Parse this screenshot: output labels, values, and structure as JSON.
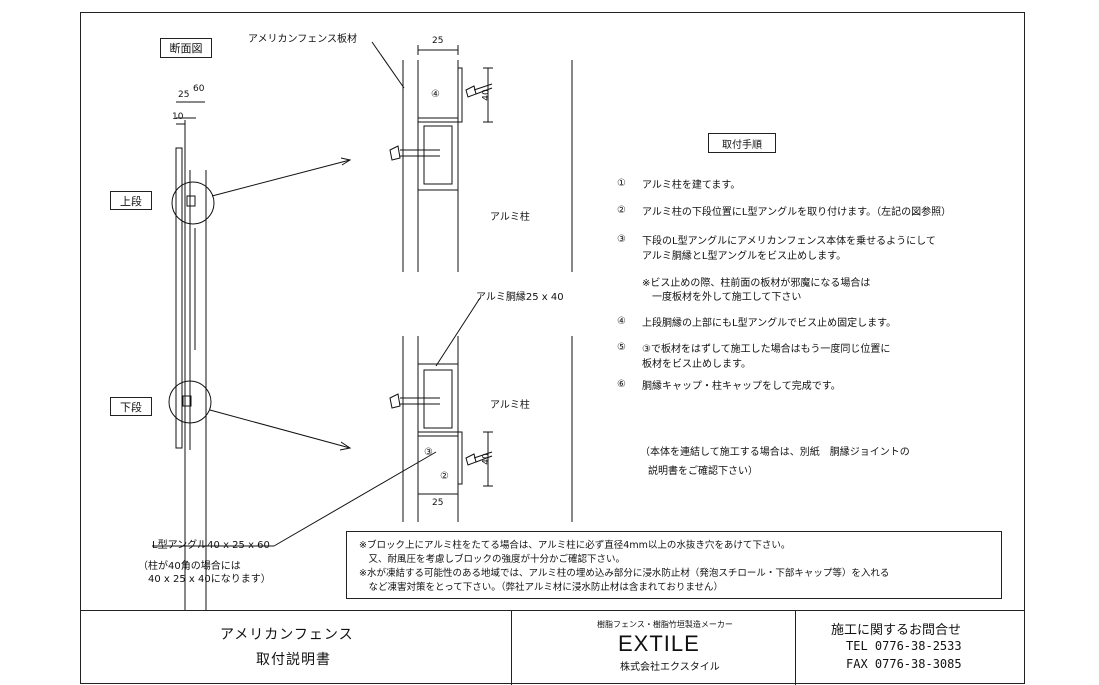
{
  "drawing": {
    "section_label": "断面図",
    "fence_board_label": "アメリカンフェンス板材",
    "upper_label": "上段",
    "lower_label": "下段",
    "dim_25": "25",
    "dim_60": "60",
    "dim_10": "10",
    "dim_40": "40",
    "circle_4": "④",
    "circle_3": "③",
    "circle_2": "②",
    "post_label_upper": "アルミ柱",
    "post_label_lower": "アルミ柱",
    "rail_label": "アルミ胴縁25 x 40",
    "angle_label": "L型アングル40 x 25 x 60",
    "angle_note_1": "（柱が40角の場合には",
    "angle_note_2": "40 x 25 x 40になります）"
  },
  "procedure": {
    "title": "取付手順",
    "steps": [
      {
        "num": "①",
        "lines": [
          "アルミ柱を建てます。"
        ]
      },
      {
        "num": "②",
        "lines": [
          "アルミ柱の下段位置にL型アングルを取り付けます。（左記の図参照）"
        ]
      },
      {
        "num": "③",
        "lines": [
          "下段のL型アングルにアメリカンフェンス本体を乗せるようにして",
          "アルミ胴縁とL型アングルをビス止めします。"
        ]
      },
      {
        "num": "",
        "lines": [
          "※ビス止めの際、柱前面の板材が邪魔になる場合は",
          "　一度板材を外して施工して下さい"
        ]
      },
      {
        "num": "④",
        "lines": [
          "上段胴縁の上部にもL型アングルでビス止め固定します。"
        ]
      },
      {
        "num": "⑤",
        "lines": [
          "③で板材をはずして施工した場合はもう一度同じ位置に",
          "板材をビス止めします。"
        ]
      },
      {
        "num": "⑥",
        "lines": [
          "胴縁キャップ・柱キャップをして完成です。"
        ]
      }
    ],
    "connect_note_1": "（本体を連結して施工する場合は、別紙　胴縁ジョイントの",
    "connect_note_2": "説明書をご確認下さい）"
  },
  "notice": {
    "lines": [
      "※ブロック上にアルミ柱をたてる場合は、アルミ柱に必ず直径4mm以上の水抜き穴をあけて下さい。",
      "　又、耐風圧を考慮しブロックの強度が十分かご確認下さい。",
      "※水が凍結する可能性のある地域では、アルミ柱の埋め込み部分に浸水防止材（発泡スチロール・下部キャップ等）を入れる",
      "　など凍害対策をとって下さい。（弊社アルミ材に浸水防止材は含まれておりません）"
    ]
  },
  "footer": {
    "title_1": "アメリカンフェンス",
    "title_2": "取付説明書",
    "maker_tagline": "樹脂フェンス・樹脂竹垣製造メーカー",
    "logo": "EXTILE",
    "company": "株式会社エクスタイル",
    "contact_title": "施工に関するお問合せ",
    "tel": "TEL 0776-38-2533",
    "fax": "FAX 0776-38-3085"
  }
}
